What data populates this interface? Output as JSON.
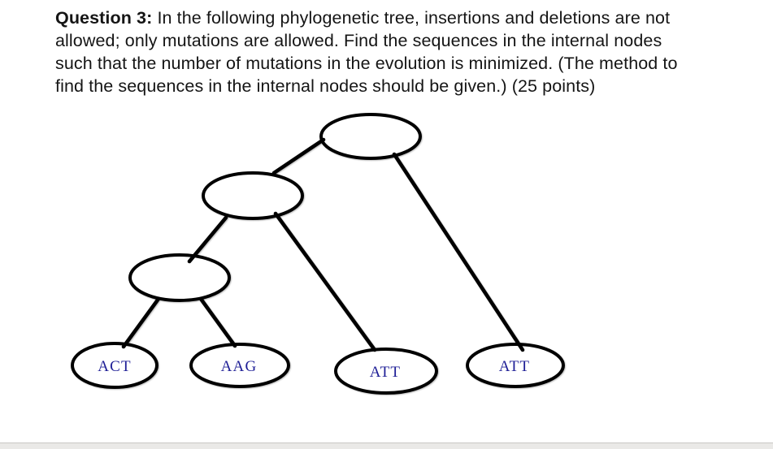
{
  "question": {
    "label": "Question 3:",
    "lines": [
      "In the following phylogenetic tree, insertions and deletions are not",
      "allowed; only mutations are allowed. Find the sequences in the internal nodes",
      "such that the number of mutations in the evolution is minimized. (The method to",
      "find the sequences in the internal nodes should be given.) (25 points)"
    ]
  },
  "tree": {
    "internal_nodes": [
      {
        "id": "root",
        "label": "",
        "parent": null
      },
      {
        "id": "internal-1",
        "label": "",
        "parent": "root"
      },
      {
        "id": "internal-2",
        "label": "",
        "parent": "internal-1"
      }
    ],
    "leaves": [
      {
        "id": "leaf-1",
        "label": "ACT",
        "parent": "internal-2"
      },
      {
        "id": "leaf-2",
        "label": "AAG",
        "parent": "internal-2"
      },
      {
        "id": "leaf-3",
        "label": "ATT",
        "parent": "internal-1"
      },
      {
        "id": "leaf-4",
        "label": "ATT",
        "parent": "root"
      }
    ],
    "edges": [
      [
        "root",
        "internal-1"
      ],
      [
        "root",
        "leaf-4"
      ],
      [
        "internal-1",
        "internal-2"
      ],
      [
        "internal-1",
        "leaf-3"
      ],
      [
        "internal-2",
        "leaf-1"
      ],
      [
        "internal-2",
        "leaf-2"
      ]
    ],
    "node_fill": "#ffffff",
    "stroke_color": "#000000",
    "leaf_label_color": "#1e1e96"
  }
}
